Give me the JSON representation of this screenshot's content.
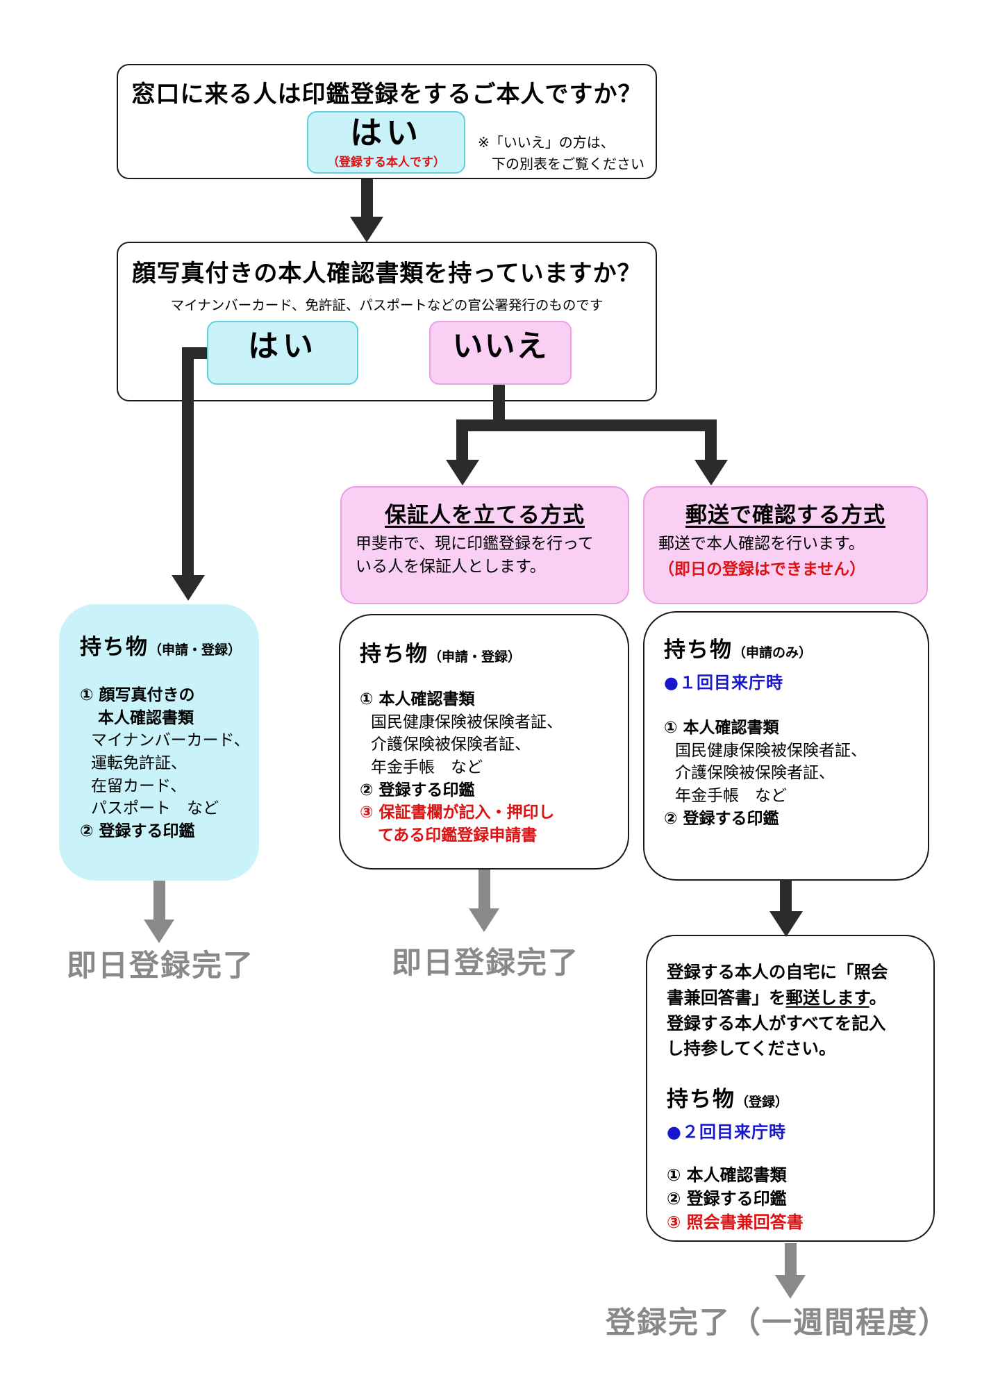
{
  "q1": {
    "title": "窓口に来る人は印鑑登録をするご本人ですか？",
    "yes_label": "はい",
    "yes_note": "（登録する本人です）",
    "side_note_1": "※「いいえ」の方は、",
    "side_note_2": "下の別表をご覧ください"
  },
  "q2": {
    "title": "顔写真付きの本人確認書類を持っていますか？",
    "subtitle": "マイナンバーカード、免許証、パスポートなどの官公署発行のものです",
    "yes_label": "はい",
    "no_label": "いいえ"
  },
  "guarantor_method": {
    "title": "保証人を立てる方式",
    "body_1": "甲斐市で、現に印鑑登録を行って",
    "body_2": "いる人を保証人とします。"
  },
  "mail_method": {
    "title": "郵送で確認する方式",
    "body": "郵送で本人確認を行います。",
    "caution": "（即日の登録はできません）"
  },
  "items_photo_id": {
    "heading": "持ち物",
    "heading_note": "（申請・登録）",
    "line_1": "① 顔写真付きの",
    "line_2": "本人確認書類",
    "line_3": "マイナンバーカード、",
    "line_4": "運転免許証、",
    "line_5": "在留カード、",
    "line_6": "パスポート　など",
    "line_7": "② 登録する印鑑"
  },
  "items_guarantor": {
    "heading": "持ち物",
    "heading_note": "（申請・登録）",
    "line_1": "① 本人確認書類",
    "line_2": "国民健康保険被保険者証、",
    "line_3": "介護保険被保険者証、",
    "line_4": "年金手帳　など",
    "line_5": "② 登録する印鑑",
    "line_6": "③ 保証書欄が記入・押印し",
    "line_7": "てある印鑑登録申請書"
  },
  "items_mail": {
    "heading": "持ち物",
    "heading_note": "（申請のみ）",
    "visit_note": "●１回目来庁時",
    "line_1": "① 本人確認書類",
    "line_2": "国民健康保険被保険者証、",
    "line_3": "介護保険被保険者証、",
    "line_4": "年金手帳　など",
    "line_5": "② 登録する印鑑"
  },
  "mail_followup": {
    "para_1": "登録する本人の自宅に「照会",
    "para_2a": "書兼回答書」を",
    "para_2b": "郵送します",
    "para_2c": "。",
    "para_3": "登録する本人がすべてを記入",
    "para_4": "し持参してください。",
    "heading": "持ち物",
    "heading_note": "（登録）",
    "visit_note": "●２回目来庁時",
    "line_1": "① 本人確認書類",
    "line_2": "② 登録する印鑑",
    "line_3": "③ 照会書兼回答書"
  },
  "outcomes": {
    "same_day_left": "即日登録完了",
    "same_day_mid": "即日登録完了",
    "final": "登録完了（一週間程度）"
  },
  "colors": {
    "cyan_fill": "#c9f3f9",
    "cyan_border": "#63cede",
    "pink_fill": "#f9cff4",
    "pink_border": "#eb9fe2",
    "red": "#dd1111",
    "blue": "#1717cc",
    "arrow_black": "#2b2b2b",
    "gray": "#898989"
  }
}
